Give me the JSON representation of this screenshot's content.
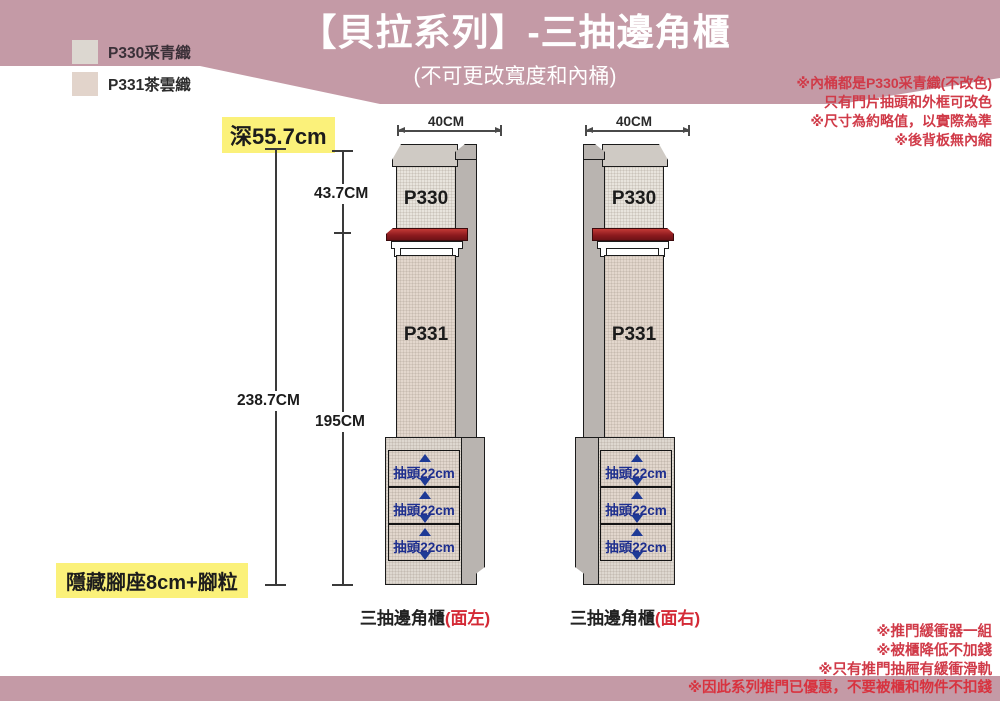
{
  "header": {
    "title": "【貝拉系列】-三抽邊角櫃",
    "subtitle": "(不可更改寬度和內桶)"
  },
  "legend": {
    "items": [
      {
        "code": "P330采青織",
        "color": "#dcd7d0"
      },
      {
        "code": "P331茶雲織",
        "color": "#e2d4cb"
      }
    ]
  },
  "notes_top_right": [
    "※內桶都是P330采青織(不改色)",
    "只有門片抽頭和外框可改色",
    "※尺寸為約略值，以實際為準",
    "※後背板無內縮"
  ],
  "labels": {
    "depth": "深55.7cm",
    "base": "隱藏腳座8cm+腳粒"
  },
  "dimensions": {
    "total_height": "238.7CM",
    "body_height": "195CM",
    "upper_height": "43.7CM",
    "width_left": "40CM",
    "width_right": "40CM"
  },
  "cabinets": [
    {
      "id": "left",
      "caption_main": "三抽邊角櫃",
      "caption_side": "(面左)",
      "upper_panel": "P330",
      "lower_panel": "P331",
      "drawers": [
        {
          "label": "抽頭22cm"
        },
        {
          "label": "抽頭22cm"
        },
        {
          "label": "抽頭22cm"
        }
      ]
    },
    {
      "id": "right",
      "caption_main": "三抽邊角櫃",
      "caption_side": "(面右)",
      "upper_panel": "P330",
      "lower_panel": "P331",
      "drawers": [
        {
          "label": "抽頭22cm"
        },
        {
          "label": "抽頭22cm"
        },
        {
          "label": "抽頭22cm"
        }
      ]
    }
  ],
  "notes_bottom_right": [
    "※推門緩衝器一組",
    "※被櫃降低不加錢",
    "※只有推門抽屜有緩衝滑軌"
  ],
  "note_on_band": "※因此系列推門已優惠，不要被櫃和物件不扣錢",
  "colors": {
    "band": "#c49aa6",
    "highlight": "#fbf17a",
    "note_red": "#d03a48",
    "drawer_text": "#1e2f8f",
    "shelf_red": "#9d1f23"
  }
}
